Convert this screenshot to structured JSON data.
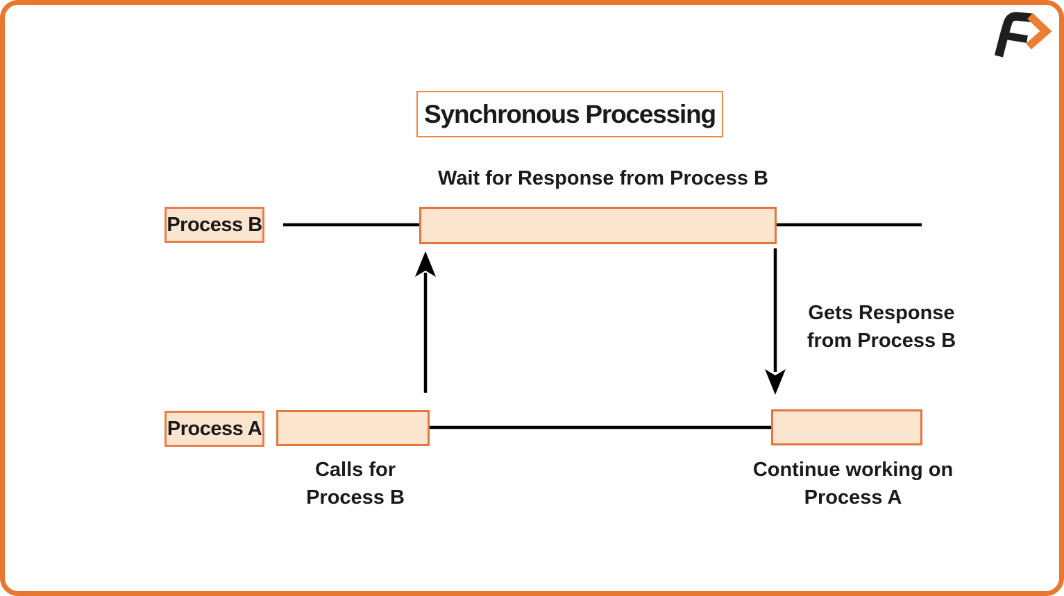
{
  "window": {
    "background": "#FFFFFF",
    "frame_color": "#E8772F"
  },
  "logo": {
    "name": "f-arrow-logo",
    "f_color": "#1E1E1E",
    "arrow_color": "#ED7D31"
  },
  "title": {
    "text": "Synchronous Processing"
  },
  "diagram": {
    "colors": {
      "bar_fill": "#FCE5CE",
      "bar_border": "#E2773E",
      "label_box_border": "#E8804C",
      "line": "#000000",
      "text": "#1A1A1A"
    },
    "lanes": [
      {
        "label": "Process B"
      },
      {
        "label": "Process A"
      }
    ],
    "annotations": {
      "wait": "Wait for Response from Process B",
      "gets_line1": "Gets Response",
      "gets_line2": "from Process B",
      "calls_line1": "Calls for",
      "calls_line2": "Process B",
      "continue_line1": "Continue working on",
      "continue_line2": "Process A"
    }
  }
}
